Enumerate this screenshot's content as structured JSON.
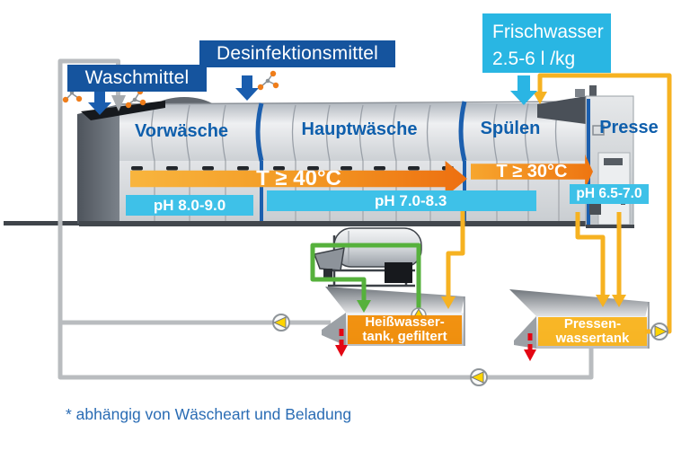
{
  "banners": {
    "waschmittel": "Waschmittel",
    "desinfektionsmittel": "Desinfektionsmittel",
    "frischwasser": {
      "line1": "Frischwasser",
      "line2": "2.5-6 l /kg"
    }
  },
  "machine": {
    "sections": [
      {
        "label": "Vorwäsche",
        "ph": "pH 8.0-9.0"
      },
      {
        "label": "Hauptwäsche",
        "ph": "pH 7.0-8.3"
      },
      {
        "label": "Spülen"
      },
      {
        "label": "Presse",
        "ph": "pH 6.5-7.0"
      }
    ],
    "temperature_zones": [
      {
        "label": "T ≥ 40°C"
      },
      {
        "label": "T ≥ 30°C"
      }
    ]
  },
  "tanks": {
    "hot_water": {
      "line1": "Heißwasser-",
      "line2": "tank, gefiltert"
    },
    "press_water": {
      "line1": "Pressen-",
      "line2": "wassertank"
    }
  },
  "footnote": "* abhängig von Wäscheart und Beladung",
  "colors": {
    "banner_blue": "#15549e",
    "banner_cyan": "#29b6e3",
    "ph_bar_cyan": "#3ec1e8",
    "section_label_blue": "#0f5fac",
    "temp_arrow_orange_light": "#f8b53e",
    "temp_arrow_orange_dark": "#ed6f10",
    "pipe_yellow": "#f6b221",
    "pipe_green": "#56b13c",
    "pipe_gray": "#b9bcbf",
    "drain_red": "#e30613",
    "hot_tank_label_orange": "#f28b00",
    "press_tank_label_yellow": "#f9b31b",
    "footnote_blue": "#2a6cb4"
  }
}
